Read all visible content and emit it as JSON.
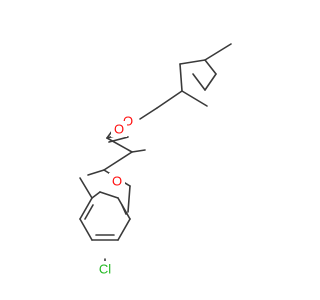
{
  "molecule": {
    "atoms": [
      {
        "id": "O_ester",
        "label": "O",
        "color": "#ff0d0d"
      },
      {
        "id": "O_carbonyl",
        "label": "O",
        "color": "#ff0d0d"
      },
      {
        "id": "O_ether",
        "label": "O",
        "color": "#ff0d0d"
      },
      {
        "id": "Cl",
        "label": "Cl",
        "color": "#1fb81f"
      }
    ],
    "bond_color": "#3a3a3a"
  }
}
